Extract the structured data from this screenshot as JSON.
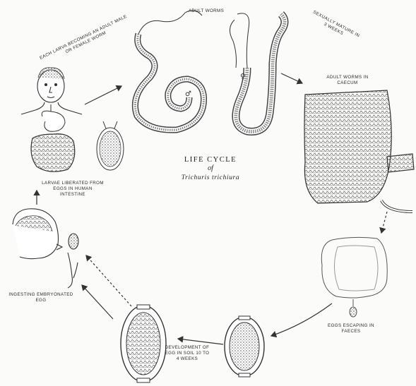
{
  "diagram": {
    "title_line1": "LIFE CYCLE",
    "title_line2": "of",
    "title_line3": "Trichuris trichiura",
    "labels": {
      "each_larva": "EACH LARVA BECOMING AN ADULT MALE OR FEMALE WORM",
      "adult_worms_top": "ADULT WORMS",
      "sexually_mature": "SEXUALLY MATURE IN 3 WEEKS",
      "adult_worms_caecum": "ADULT WORMS IN CAECUM",
      "larvae_liberated": "LARVAE LIBERATED FROM EGGS IN HUMAN INTESTINE",
      "ingesting": "INGESTING EMBRYONATED EGG",
      "development": "DEVELOPMENT OF EGG IN SOIL 10 TO 4 WEEKS",
      "eggs_escaping": "EGGS ESCAPING IN FAECES"
    },
    "symbols": {
      "male": "♂",
      "female": "♀"
    }
  }
}
